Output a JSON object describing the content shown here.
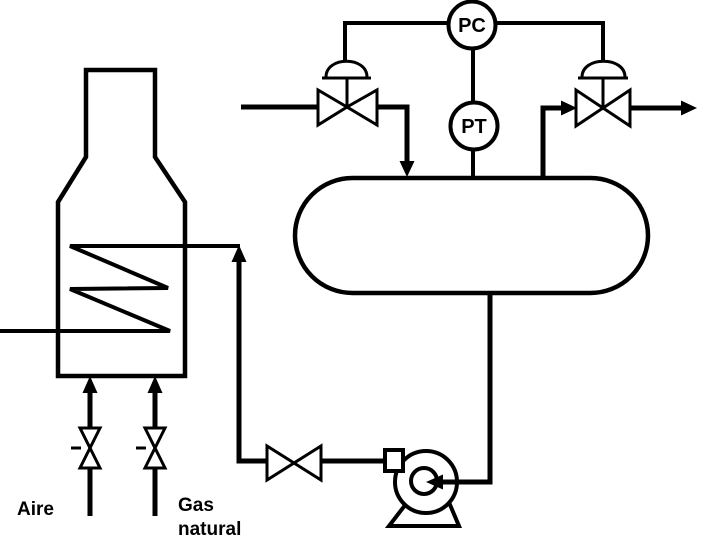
{
  "diagram": {
    "type": "process-flow-diagram",
    "labels": {
      "air_feed": "Aire",
      "gas_feed_line1": "Gas",
      "gas_feed_line2": "natural"
    },
    "instruments": {
      "pressure_controller": "PC",
      "pressure_transmitter": "PT"
    },
    "colors": {
      "line": "#000000",
      "background": "#ffffff"
    }
  }
}
